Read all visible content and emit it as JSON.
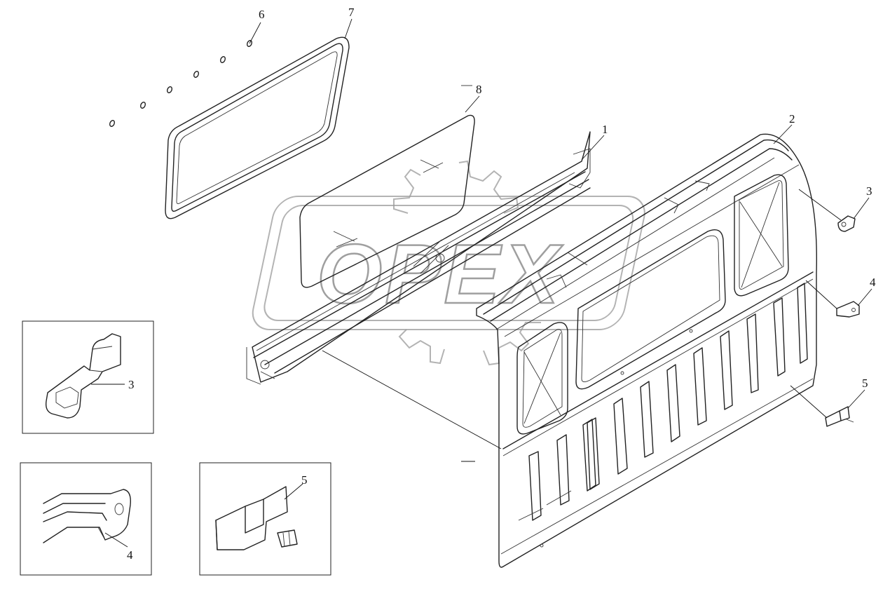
{
  "watermark": {
    "text": "OPEX"
  },
  "callouts": {
    "part_1": "1",
    "part_2": "2",
    "part_3": "3",
    "part_4": "4",
    "part_5": "5",
    "part_6": "6",
    "part_7": "7",
    "part_8": "8"
  },
  "detail_views": {
    "detail_3_label": "3",
    "detail_4_label": "4",
    "detail_5_label": "5"
  }
}
